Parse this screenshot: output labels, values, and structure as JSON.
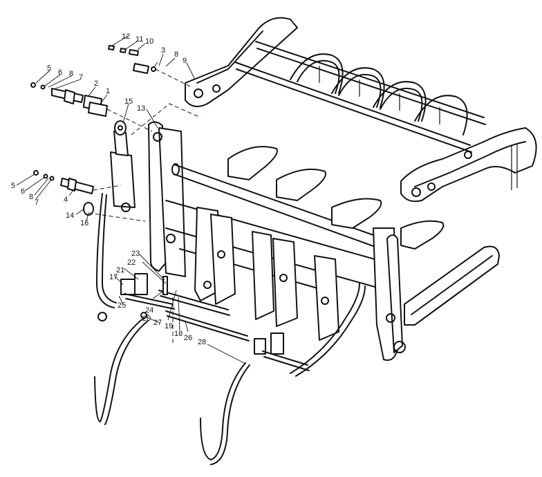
{
  "callouts": [
    {
      "id": "c1",
      "text": "1"
    },
    {
      "id": "c2",
      "text": "2"
    },
    {
      "id": "c3a",
      "text": "3"
    },
    {
      "id": "c3b",
      "text": "3"
    },
    {
      "id": "c4",
      "text": "4"
    },
    {
      "id": "c5a",
      "text": "5"
    },
    {
      "id": "c5b",
      "text": "5"
    },
    {
      "id": "c6a",
      "text": "6"
    },
    {
      "id": "c6b",
      "text": "6"
    },
    {
      "id": "c7a",
      "text": "7"
    },
    {
      "id": "c7b",
      "text": "7"
    },
    {
      "id": "c8a",
      "text": "8"
    },
    {
      "id": "c8b",
      "text": "8"
    },
    {
      "id": "c8c",
      "text": "8"
    },
    {
      "id": "c9",
      "text": "9"
    },
    {
      "id": "c10",
      "text": "10"
    },
    {
      "id": "c11",
      "text": "11"
    },
    {
      "id": "c12",
      "text": "12"
    },
    {
      "id": "c13",
      "text": "13"
    },
    {
      "id": "c14",
      "text": "14"
    },
    {
      "id": "c15",
      "text": "15"
    },
    {
      "id": "c16",
      "text": "16"
    },
    {
      "id": "c17",
      "text": "17"
    },
    {
      "id": "c18",
      "text": "18"
    },
    {
      "id": "c19",
      "text": "19"
    },
    {
      "id": "c20",
      "text": "20"
    },
    {
      "id": "c21",
      "text": "21"
    },
    {
      "id": "c22",
      "text": "22"
    },
    {
      "id": "c23",
      "text": "23"
    },
    {
      "id": "c24",
      "text": "24"
    },
    {
      "id": "c25",
      "text": "25"
    },
    {
      "id": "c26",
      "text": "26"
    },
    {
      "id": "c27",
      "text": "27"
    },
    {
      "id": "c28",
      "text": "28"
    }
  ]
}
